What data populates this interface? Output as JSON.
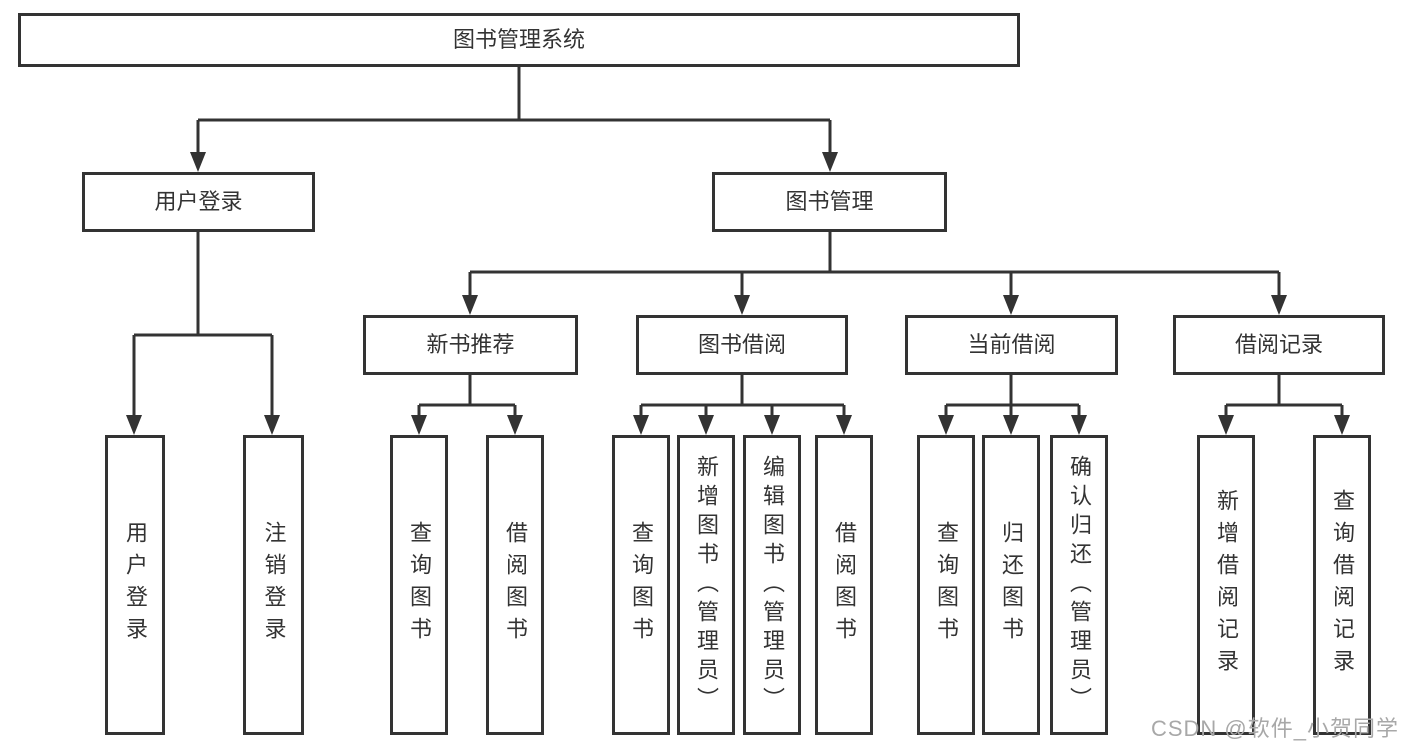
{
  "diagram": {
    "root": {
      "label": "图书管理系统"
    },
    "level2": [
      {
        "label": "用户登录"
      },
      {
        "label": "图书管理"
      }
    ],
    "level3": [
      {
        "label": "新书推荐"
      },
      {
        "label": "图书借阅"
      },
      {
        "label": "当前借阅"
      },
      {
        "label": "借阅记录"
      }
    ],
    "leaves": {
      "user_login": [
        "用户登录",
        "注销登录"
      ],
      "new_book": [
        "查询图书",
        "借阅图书"
      ],
      "borrow": [
        "查询图书",
        "新增图书（管理员）",
        "编辑图书（管理员）",
        "借阅图书"
      ],
      "current": [
        "查询图书",
        "归还图书",
        "确认归还（管理员）"
      ],
      "records": [
        "新增借阅记录",
        "查询借阅记录"
      ]
    }
  },
  "watermark": "CSDN @软件_小贺同学",
  "colors": {
    "line": "#333333",
    "text": "#333333",
    "background": "#ffffff",
    "watermark": "#a8a8a8"
  }
}
